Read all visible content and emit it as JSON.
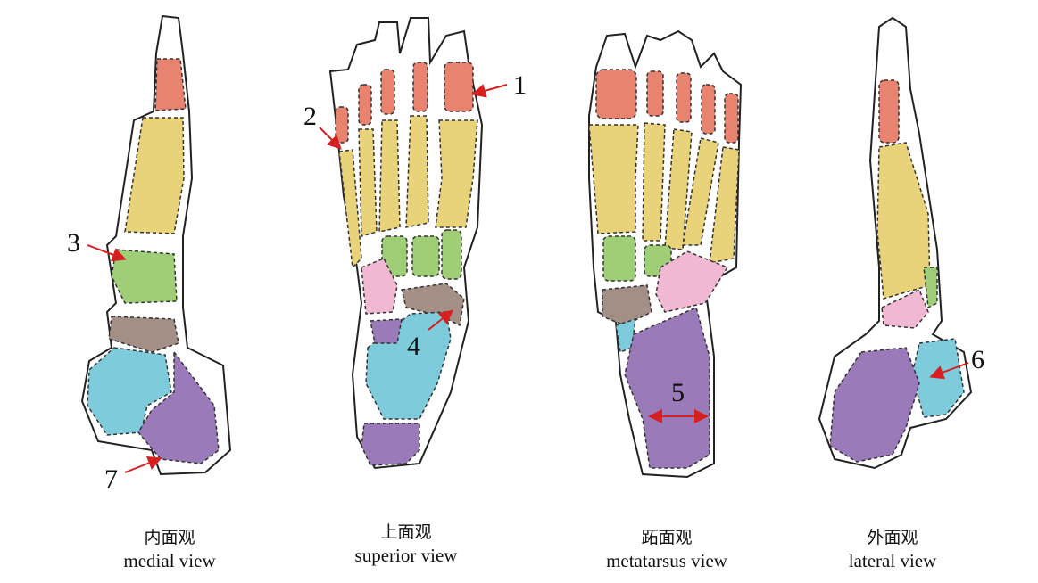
{
  "colors": {
    "phalanx_distal": "#e8836f",
    "metatarsal": "#e8d27a",
    "cuneiform": "#9fce76",
    "cuboid": "#f0b8d2",
    "navicular": "#a38f86",
    "talus": "#7ecbdc",
    "calcaneus": "#9a7ab8",
    "arrow": "#d62020"
  },
  "markers": [
    "1",
    "2",
    "3",
    "4",
    "5",
    "6",
    "7"
  ],
  "views": [
    {
      "zh": "内面观",
      "en": "medial view"
    },
    {
      "zh": "上面观",
      "en": "superior view"
    },
    {
      "zh": "跖面观",
      "en": "metatarsus view"
    },
    {
      "zh": "外面观",
      "en": "lateral view"
    }
  ]
}
